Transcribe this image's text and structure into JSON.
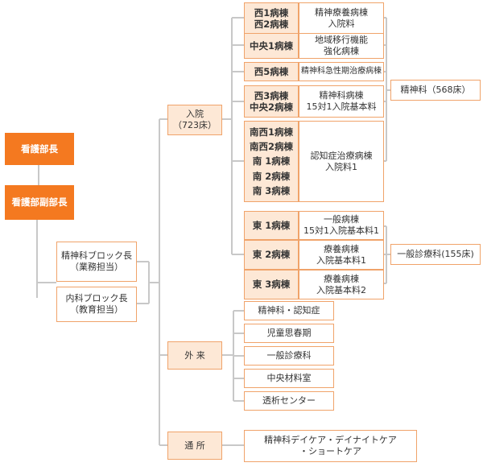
{
  "top": {
    "director": "看護部長",
    "deputy": "看護部副部長"
  },
  "chiefs": {
    "psych": "精神科ブロック長\n（業務担当）",
    "internal": "内科ブロック長\n（教育担当）"
  },
  "sections": {
    "inpatient": "入院\n（723床）",
    "outpatient": "外 来",
    "daycare": "通 所"
  },
  "wards": [
    {
      "names": [
        "西1病棟",
        "西2病棟"
      ],
      "type": "精神療養病棟\n入院料"
    },
    {
      "names": [
        "中央1病棟"
      ],
      "type": "地域移行機能\n強化病棟"
    },
    {
      "names": [
        "西5病棟"
      ],
      "type": "精神科急性期治療病棟"
    },
    {
      "names": [
        "西3病棟",
        "中央2病棟"
      ],
      "type": "精神科病棟\n15対1入院基本料"
    },
    {
      "names": [
        "南西1病棟",
        "南西2病棟",
        "南 1病棟",
        "南 2病棟",
        "南 3病棟"
      ],
      "type": "認知症治療病棟\n入院料1"
    },
    {
      "names": [
        "東 1病棟"
      ],
      "type": "一般病棟\n15対1入院基本料1"
    },
    {
      "names": [
        "東 2病棟"
      ],
      "type": "療養病棟\n入院基本料1"
    },
    {
      "names": [
        "東 3病棟"
      ],
      "type": "療養病棟\n入院基本料2"
    }
  ],
  "categories": {
    "psych": "精神科（568床）",
    "general": "一般診療科(155床)"
  },
  "outpatient_depts": [
    "精神科・認知症",
    "児童思春期",
    "一般診療科",
    "中央材料室",
    "透析センター"
  ],
  "daycare_text": "精神科デイケア・デイナイトケア\n・ショートケア",
  "colors": {
    "accent": "#f47920",
    "border": "#f0a36a",
    "pale": "#fde8d6",
    "line": "#c8c8c8"
  }
}
